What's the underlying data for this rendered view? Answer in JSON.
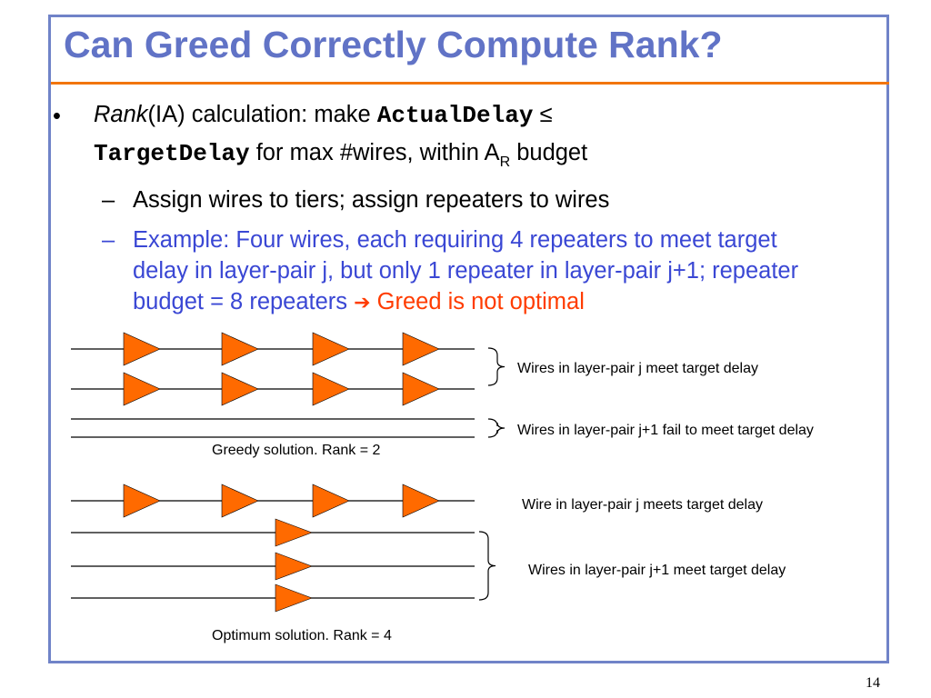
{
  "slide": {
    "title": "Can Greed Correctly Compute Rank?",
    "page_number": "14",
    "accent_color": "#f2750d",
    "title_color": "#6173c6",
    "bullet": {
      "marker": "•",
      "rank_word": "Rank",
      "after_rank": "(IA) calculation: make ",
      "actual_delay": "ActualDelay",
      "leq": " ≤",
      "target_delay": "TargetDelay",
      "line2_text": " for max #wires, within A",
      "subscript": "R",
      "line2_end": " budget"
    },
    "sub1": {
      "dash": "–",
      "text": "Assign wires to tiers;  assign repeaters to wires"
    },
    "sub2": {
      "dash": "–",
      "line1": "Example:  Four wires, each requiring 4 repeaters to meet target",
      "line2": "delay in layer-pair j, but only 1 repeater in layer-pair j+1;  repeater",
      "line3_start": "budget = 8 repeaters ",
      "arrow": "➔",
      "conclusion": " Greed is not optimal"
    }
  },
  "diagram": {
    "repeater_color": "#ff6a00",
    "greedy": {
      "label_j": "Wires in layer-pair j meet target delay",
      "label_j1": "Wires in layer-pair j+1 fail to meet target delay",
      "caption": "Greedy solution. Rank = 2"
    },
    "optimum": {
      "label_j": "Wire in layer-pair j meets target delay",
      "label_j1": "Wires in layer-pair j+1 meet target delay",
      "caption": "Optimum solution. Rank = 4"
    }
  }
}
